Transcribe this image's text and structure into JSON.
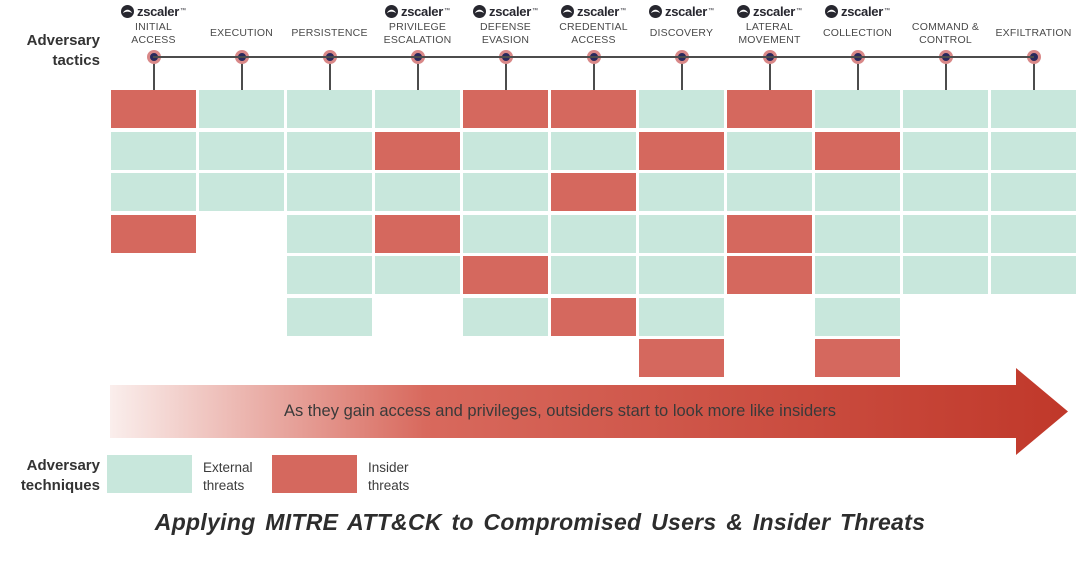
{
  "labels": {
    "tactics": "Adversary tactics",
    "techniques": "Adversary techniques"
  },
  "brand": {
    "name": "zscaler",
    "trademark": "™"
  },
  "columns": [
    {
      "label": "INITIAL ACCESS",
      "logo": true
    },
    {
      "label": "EXECUTION",
      "logo": false
    },
    {
      "label": "PERSISTENCE",
      "logo": false
    },
    {
      "label": "PRIVILEGE ESCALATION",
      "logo": true
    },
    {
      "label": "DEFENSE EVASION",
      "logo": true
    },
    {
      "label": "CREDENTIAL ACCESS",
      "logo": true
    },
    {
      "label": "DISCOVERY",
      "logo": true
    },
    {
      "label": "LATERAL MOVEMENT",
      "logo": true
    },
    {
      "label": "COLLECTION",
      "logo": true
    },
    {
      "label": "COMMAND & CONTROL",
      "logo": false
    },
    {
      "label": "EXFILTRATION",
      "logo": false
    }
  ],
  "grid": {
    "rows": [
      [
        "insider",
        "external",
        "external",
        "external",
        "insider",
        "insider",
        "external",
        "insider",
        "external",
        "external",
        "external"
      ],
      [
        "external",
        "external",
        "external",
        "insider",
        "external",
        "external",
        "insider",
        "external",
        "insider",
        "external",
        "external"
      ],
      [
        "external",
        "external",
        "external",
        "external",
        "external",
        "insider",
        "external",
        "external",
        "external",
        "external",
        "external"
      ],
      [
        "insider",
        null,
        "external",
        "insider",
        "external",
        "external",
        "external",
        "insider",
        "external",
        "external",
        "external"
      ],
      [
        null,
        null,
        "external",
        "external",
        "insider",
        "external",
        "external",
        "insider",
        "external",
        "external",
        "external"
      ],
      [
        null,
        null,
        "external",
        null,
        "external",
        "insider",
        "external",
        null,
        "external",
        null,
        null
      ],
      [
        null,
        null,
        null,
        null,
        null,
        null,
        "insider",
        null,
        "insider",
        null,
        null
      ]
    ]
  },
  "arrow": {
    "caption": "As they gain access and privileges, outsiders start to look more like insiders"
  },
  "legend": {
    "items": [
      {
        "key": "external",
        "label": "External threats"
      },
      {
        "key": "insider",
        "label": "Insider threats"
      }
    ]
  },
  "title": "Applying MITRE ATT&CK to Compromised Users & Insider Threats",
  "colors": {
    "external": "#c8e7dc",
    "insider": "#d5685e",
    "arrow_gradient_start": "#faeeec",
    "arrow_gradient_mid": "#d8695d",
    "arrow_gradient_end": "#c0382a",
    "timeline_line": "#4c4c4c",
    "node_fill": "#29295c",
    "node_ring": "#d98888",
    "logo_color": "#27272f"
  }
}
